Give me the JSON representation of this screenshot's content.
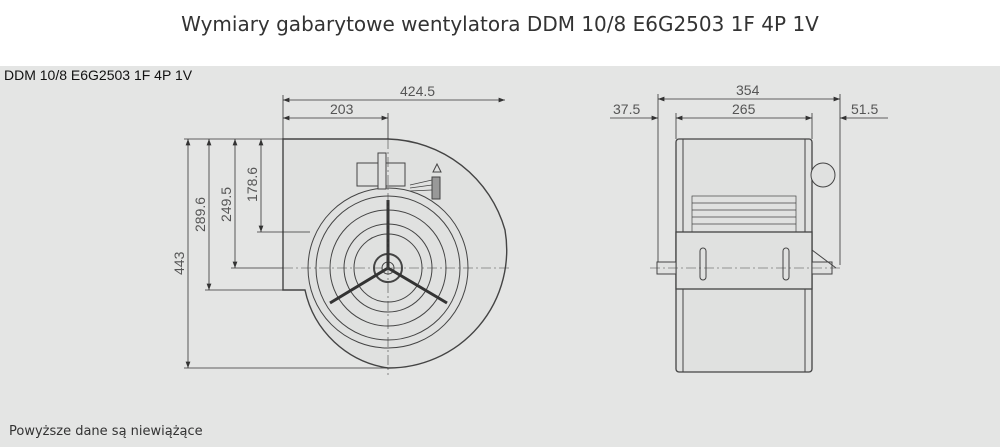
{
  "title": "Wymiary gabarytowe wentylatora DDM 10/8 E6G2503 1F 4P 1V",
  "model_label": "DDM 10/8 E6G2503 1F 4P 1V",
  "footer_note": "Powyższe dane są niewiążące",
  "front_view": {
    "dimensions": {
      "overall_width": "424.5",
      "housing_to_axis": "203",
      "overall_height": "443",
      "h1": "289.6",
      "h2": "249.5",
      "h3": "178.6"
    }
  },
  "side_view": {
    "dimensions": {
      "overall_width": "354",
      "body_width": "265",
      "left_overhang": "37.5",
      "right_overhang": "51.5"
    }
  }
}
